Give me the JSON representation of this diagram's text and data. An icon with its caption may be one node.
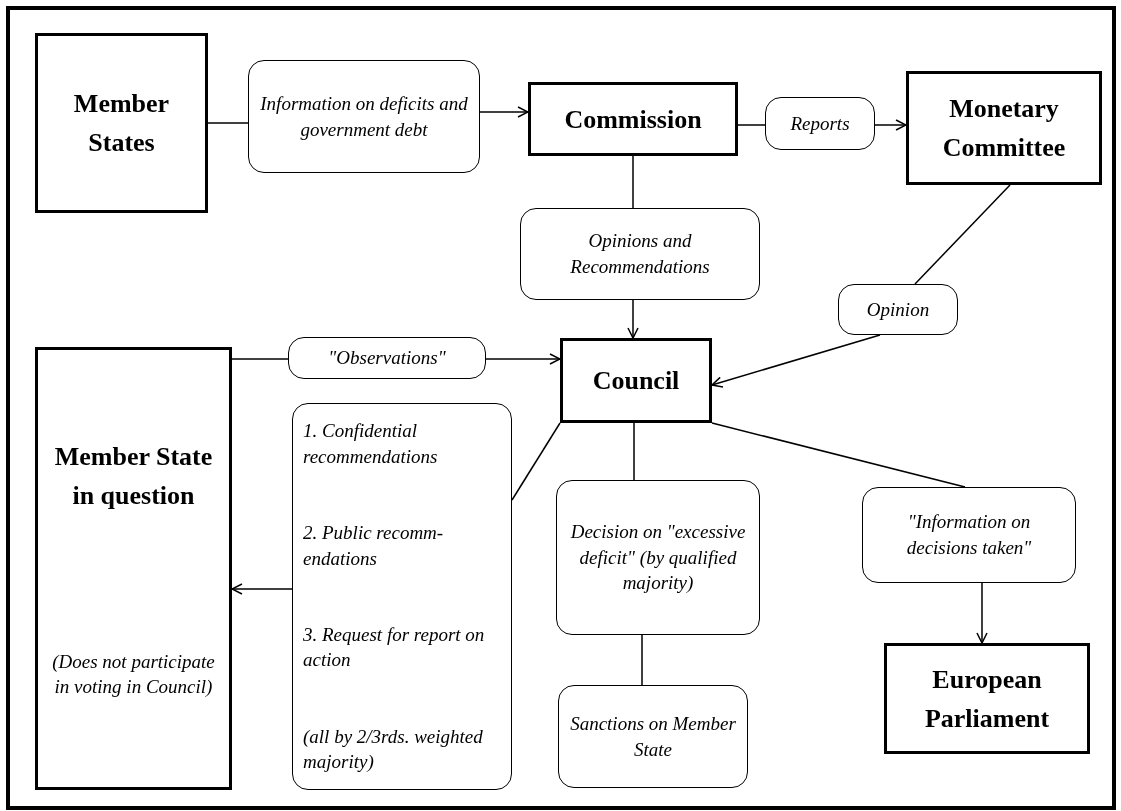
{
  "diagram": {
    "nodes": [
      {
        "text": [
          "Member States"
        ]
      },
      {
        "text": [
          "Information on deficits and government debt"
        ]
      },
      {
        "text": [
          "Commission"
        ]
      },
      {
        "text": [
          "Reports"
        ]
      },
      {
        "text": [
          "Monetary Committee"
        ]
      },
      {
        "text": [
          "Opinions and Recommendations"
        ]
      },
      {
        "text": [
          "Opinion"
        ]
      },
      {
        "text": [
          "Member State in question",
          "(Does not participate in voting in Council)"
        ]
      },
      {
        "text": [
          "\"Observations\""
        ]
      },
      {
        "text": [
          "Council"
        ]
      },
      {
        "text": [
          "1. Confidential recommendations",
          "2. Public recomm-endations",
          "3. Request for report on action",
          "(all by 2/3rds. weighted majority)"
        ]
      },
      {
        "text": [
          "Decision on \"excessive deficit\" (by qualified majority)"
        ]
      },
      {
        "text": [
          "\"Information on decisions taken\""
        ]
      },
      {
        "text": [
          "Sanctions on Member State"
        ]
      },
      {
        "text": [
          "European Parliament"
        ]
      }
    ],
    "edges": [
      {
        "from": 0,
        "to": 1,
        "arrow": "none"
      },
      {
        "from": 1,
        "to": 2,
        "arrow": "to"
      },
      {
        "from": 2,
        "to": 3,
        "arrow": "none"
      },
      {
        "from": 3,
        "to": 4,
        "arrow": "to"
      },
      {
        "from": 2,
        "to": 5,
        "arrow": "none"
      },
      {
        "from": 5,
        "to": 9,
        "arrow": "to"
      },
      {
        "from": 4,
        "to": 6,
        "arrow": "none"
      },
      {
        "from": 6,
        "to": 9,
        "arrow": "to"
      },
      {
        "from": 7,
        "to": 8,
        "arrow": "none"
      },
      {
        "from": 8,
        "to": 9,
        "arrow": "to"
      },
      {
        "from": 9,
        "to": 10,
        "arrow": "none"
      },
      {
        "from": 10,
        "to": 7,
        "arrow": "to"
      },
      {
        "from": 9,
        "to": 11,
        "arrow": "none"
      },
      {
        "from": 11,
        "to": 13,
        "arrow": "none"
      },
      {
        "from": 9,
        "to": 12,
        "arrow": "none"
      },
      {
        "from": 12,
        "to": 14,
        "arrow": "to"
      }
    ]
  }
}
